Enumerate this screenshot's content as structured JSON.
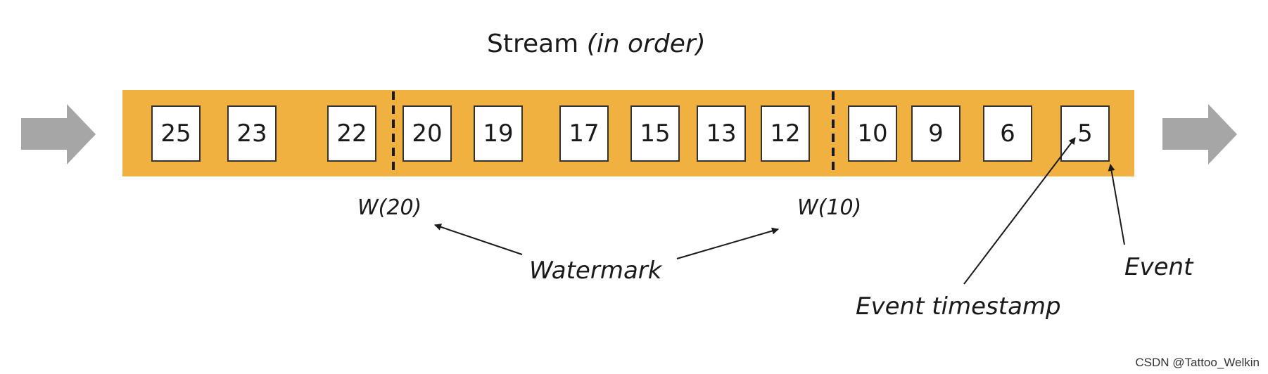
{
  "title": {
    "main": "Stream",
    "qualifier": "(in order)"
  },
  "events": [
    "25",
    "23",
    "22",
    "20",
    "19",
    "17",
    "15",
    "13",
    "12",
    "10",
    "9",
    "6",
    "5"
  ],
  "watermarks": [
    {
      "label": "W(20)",
      "after_event": "20"
    },
    {
      "label": "W(10)",
      "after_event": "10"
    }
  ],
  "annotations": {
    "watermark": "Watermark",
    "event": "Event",
    "event_timestamp": "Event timestamp"
  },
  "credit": "CSDN @Tattoo_Welkin",
  "colors": {
    "stream_band": "#f0b141",
    "flow_arrow": "#a6a6a6",
    "box_border": "#333333",
    "text": "#1a1a1a"
  }
}
